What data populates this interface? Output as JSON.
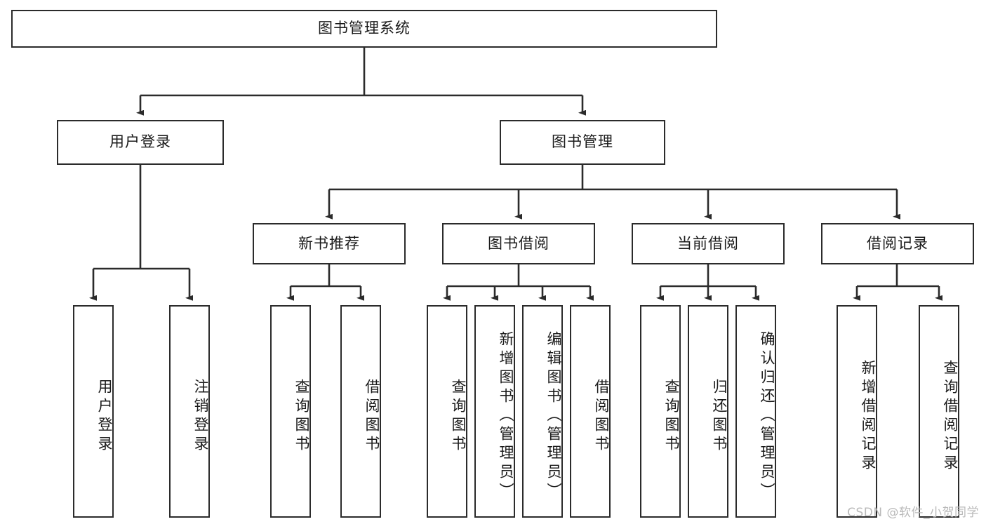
{
  "diagram": {
    "title": "图书管理系统",
    "type": "tree-hierarchy-chart",
    "watermark": "CSDN @软件_小贺同学",
    "colors": {
      "background": "#ffffff",
      "box_border": "#2b2b2b",
      "box_fill": "#ffffff",
      "text": "#1a1a1a",
      "connector": "#2b2b2b",
      "watermark": "#b9b9b9"
    }
  },
  "root": {
    "label": "图书管理系统"
  },
  "level2": [
    {
      "id": "user-login",
      "label": "用户登录"
    },
    {
      "id": "book-management",
      "label": "图书管理"
    }
  ],
  "level3": [
    {
      "id": "new-book-recommend",
      "label": "新书推荐"
    },
    {
      "id": "book-borrow",
      "label": "图书借阅"
    },
    {
      "id": "current-borrow",
      "label": "当前借阅"
    },
    {
      "id": "borrow-record",
      "label": "借阅记录"
    }
  ],
  "leaves": {
    "user_login": [
      {
        "id": "leaf-user-login",
        "label": "用户登录"
      },
      {
        "id": "leaf-logout-login",
        "label": "注销登录"
      }
    ],
    "new_book_recommend": [
      {
        "id": "leaf-query-book-1",
        "label": "查询图书"
      },
      {
        "id": "leaf-borrow-book-1",
        "label": "借阅图书"
      }
    ],
    "book_borrow": [
      {
        "id": "leaf-query-book-2",
        "label": "查询图书"
      },
      {
        "id": "leaf-add-book",
        "label": "新增图书（管理员）"
      },
      {
        "id": "leaf-edit-book",
        "label": "编辑图书（管理员）"
      },
      {
        "id": "leaf-borrow-book-2",
        "label": "借阅图书"
      }
    ],
    "current_borrow": [
      {
        "id": "leaf-query-book-3",
        "label": "查询图书"
      },
      {
        "id": "leaf-return-book",
        "label": "归还图书"
      },
      {
        "id": "leaf-confirm-return",
        "label": "确认归还（管理员）"
      }
    ],
    "borrow_record": [
      {
        "id": "leaf-add-record",
        "label": "新增借阅记录"
      },
      {
        "id": "leaf-query-record",
        "label": "查询借阅记录"
      }
    ]
  }
}
